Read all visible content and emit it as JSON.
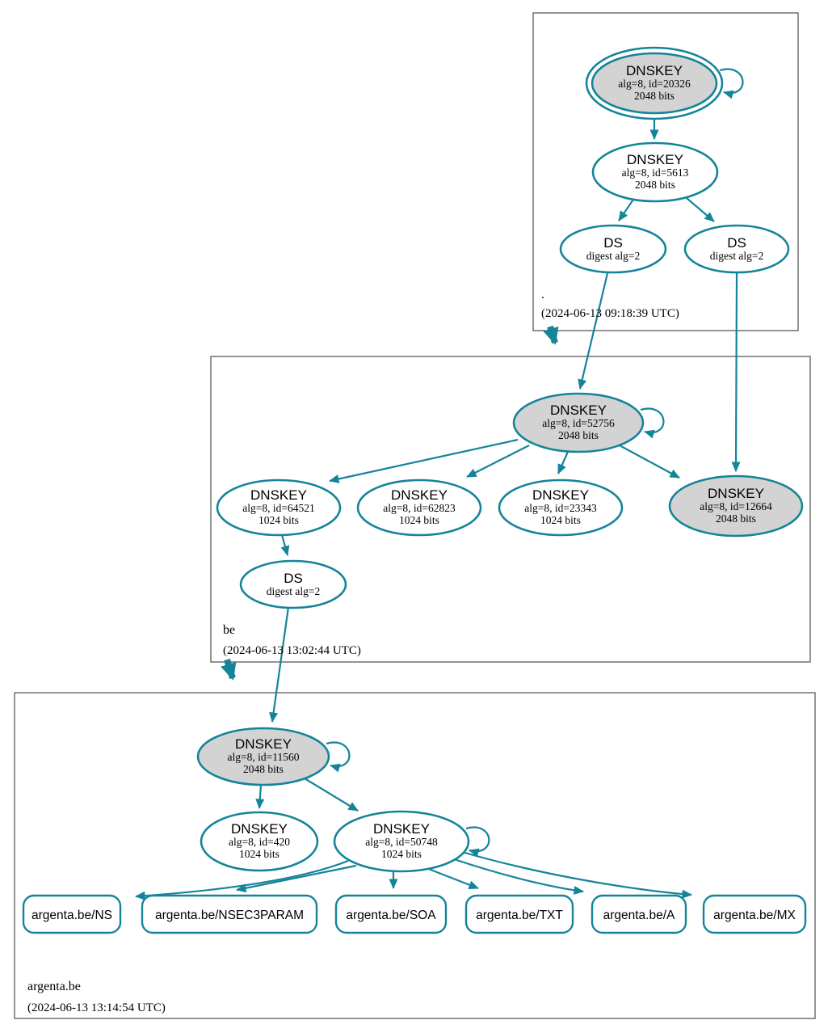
{
  "colors": {
    "edge_teal": "#15849a",
    "ksk_fill_gray": "#d3d3d3",
    "node_fill_white": "#ffffff",
    "zone_box_border": "#4d4d4d",
    "text": "#000000"
  },
  "zones": [
    {
      "label": ".",
      "timestamp": "(2024-06-13 09:18:39 UTC)",
      "nodes": {
        "ksk": {
          "title": "DNSKEY",
          "alg": "alg=8, id=20326",
          "bits": "2048 bits"
        },
        "zsk": {
          "title": "DNSKEY",
          "alg": "alg=8, id=5613",
          "bits": "2048 bits"
        },
        "ds1": {
          "title": "DS",
          "alg": "digest alg=2"
        },
        "ds2": {
          "title": "DS",
          "alg": "digest alg=2"
        }
      }
    },
    {
      "label": "be",
      "timestamp": "(2024-06-13 13:02:44 UTC)",
      "nodes": {
        "ksk": {
          "title": "DNSKEY",
          "alg": "alg=8, id=52756",
          "bits": "2048 bits"
        },
        "zsk1": {
          "title": "DNSKEY",
          "alg": "alg=8, id=64521",
          "bits": "1024 bits"
        },
        "zsk2": {
          "title": "DNSKEY",
          "alg": "alg=8, id=62823",
          "bits": "1024 bits"
        },
        "zsk3": {
          "title": "DNSKEY",
          "alg": "alg=8, id=23343",
          "bits": "1024 bits"
        },
        "ksk2": {
          "title": "DNSKEY",
          "alg": "alg=8, id=12664",
          "bits": "2048 bits"
        },
        "ds": {
          "title": "DS",
          "alg": "digest alg=2"
        }
      }
    },
    {
      "label": "argenta.be",
      "timestamp": "(2024-06-13 13:14:54 UTC)",
      "nodes": {
        "ksk": {
          "title": "DNSKEY",
          "alg": "alg=8, id=11560",
          "bits": "2048 bits"
        },
        "zsk1": {
          "title": "DNSKEY",
          "alg": "alg=8, id=420",
          "bits": "1024 bits"
        },
        "zsk2": {
          "title": "DNSKEY",
          "alg": "alg=8, id=50748",
          "bits": "1024 bits"
        }
      },
      "rrsets": [
        {
          "label": "argenta.be/NS"
        },
        {
          "label": "argenta.be/NSEC3PARAM"
        },
        {
          "label": "argenta.be/SOA"
        },
        {
          "label": "argenta.be/TXT"
        },
        {
          "label": "argenta.be/A"
        },
        {
          "label": "argenta.be/MX"
        }
      ]
    }
  ]
}
